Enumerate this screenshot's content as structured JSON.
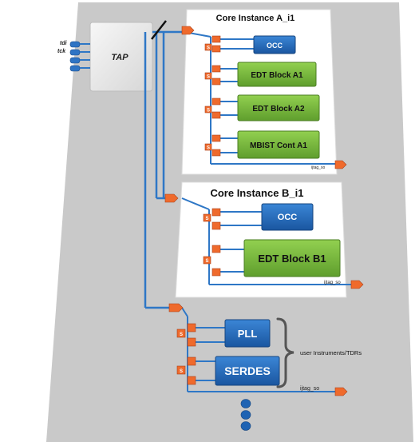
{
  "tap": {
    "label": "TAP",
    "pin_tdi": "tdi",
    "pin_tck": "tck"
  },
  "core_a": {
    "title": "Core Instance A_i1",
    "blocks": [
      "OCC",
      "EDT Block A1",
      "EDT Block A2",
      "MBIST Cont A1"
    ],
    "so_label": "ijtag_so"
  },
  "core_b": {
    "title": "Core Instance B_i1",
    "blocks": [
      "OCC",
      "EDT Block B1"
    ],
    "so_label": "ijtag_so"
  },
  "top": {
    "blocks": [
      "PLL",
      "SERDES"
    ],
    "brace_label": "user Instruments/TDRs",
    "so_label": "ijtag_so"
  },
  "sib_label": "S",
  "colors": {
    "board": "#c9c9c9",
    "tap": "#ededed",
    "wire": "#2e77c6",
    "sib": "#ef6a2c",
    "blue_block": "#1f63b3",
    "green_block": "#7ac142",
    "panel": "#ffffff"
  }
}
